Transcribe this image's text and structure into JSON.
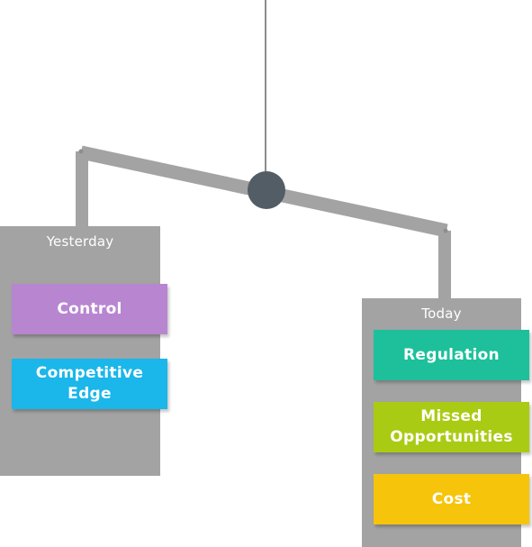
{
  "colors": {
    "beam": "#a3a3a3",
    "pivot": "#535d65",
    "string": "#8c8c8c",
    "pan": "#a3a3a3"
  },
  "left_pan": {
    "title": "Yesterday",
    "items": [
      {
        "label": "Control",
        "color": "#b886d0"
      },
      {
        "label": "Competitive Edge",
        "color": "#1bb6ea"
      }
    ]
  },
  "right_pan": {
    "title": "Today",
    "items": [
      {
        "label": "Regulation",
        "color": "#1dc09b"
      },
      {
        "label": "Missed Opportunities",
        "color": "#aacb14"
      },
      {
        "label": "Cost",
        "color": "#f6c40a"
      }
    ]
  }
}
